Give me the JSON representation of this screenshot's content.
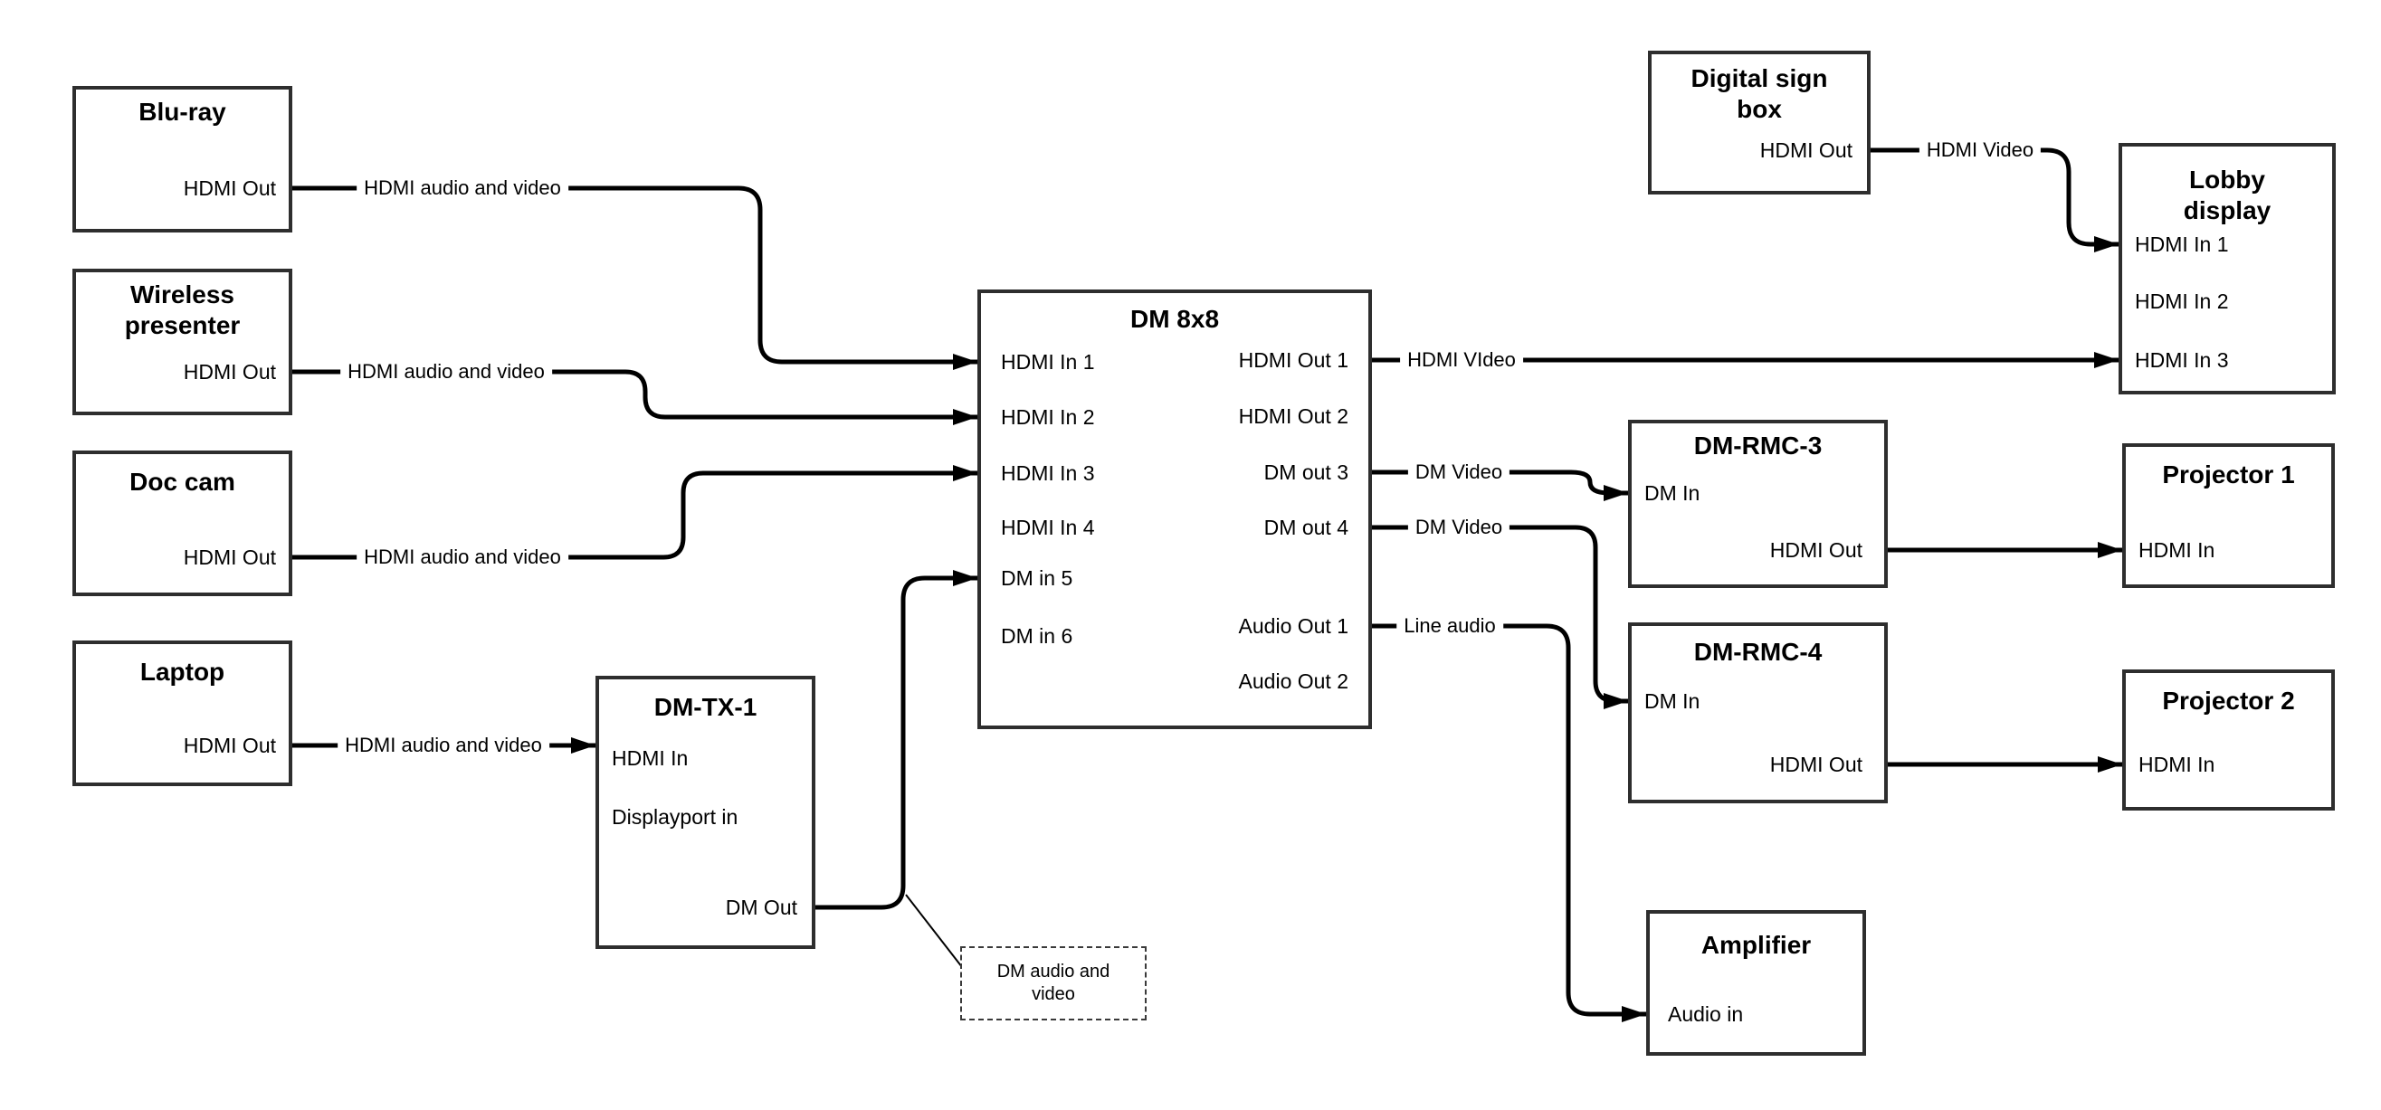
{
  "diagram": {
    "colors": {
      "background": "#ffffff",
      "wire": "#000000",
      "box_border": "#2e2e2e",
      "text": "#000000"
    },
    "nodes": {
      "bluray": {
        "title": "Blu-ray",
        "ports": {
          "hdmi_out": "HDMI Out"
        }
      },
      "wireless": {
        "title": "Wireless presenter",
        "ports": {
          "hdmi_out": "HDMI Out"
        }
      },
      "doccam": {
        "title": "Doc cam",
        "ports": {
          "hdmi_out": "HDMI Out"
        }
      },
      "laptop": {
        "title": "Laptop",
        "ports": {
          "hdmi_out": "HDMI Out"
        }
      },
      "dmtx1": {
        "title": "DM-TX-1",
        "ports": {
          "hdmi_in": "HDMI In",
          "displayport_in": "Displayport in",
          "dm_out": "DM Out"
        }
      },
      "dm8x8": {
        "title": "DM 8x8",
        "ports": {
          "hdmi_in_1": "HDMI In 1",
          "hdmi_in_2": "HDMI In 2",
          "hdmi_in_3": "HDMI In 3",
          "hdmi_in_4": "HDMI In 4",
          "dm_in_5": "DM in 5",
          "dm_in_6": "DM in 6",
          "hdmi_out_1": "HDMI Out 1",
          "hdmi_out_2": "HDMI Out 2",
          "dm_out_3": "DM out 3",
          "dm_out_4": "DM out 4",
          "audio_out_1": "Audio Out 1",
          "audio_out_2": "Audio Out 2"
        }
      },
      "digital_sign": {
        "title": "Digital sign box",
        "ports": {
          "hdmi_out": "HDMI Out"
        }
      },
      "lobby": {
        "title": "Lobby display",
        "ports": {
          "hdmi_in_1": "HDMI In 1",
          "hdmi_in_2": "HDMI In 2",
          "hdmi_in_3": "HDMI In 3"
        }
      },
      "dmrmc3": {
        "title": "DM-RMC-3",
        "ports": {
          "dm_in": "DM In",
          "hdmi_out": "HDMI Out"
        }
      },
      "projector1": {
        "title": "Projector 1",
        "ports": {
          "hdmi_in": "HDMI In"
        }
      },
      "dmrmc4": {
        "title": "DM-RMC-4",
        "ports": {
          "dm_in": "DM In",
          "hdmi_out": "HDMI Out"
        }
      },
      "projector2": {
        "title": "Projector 2",
        "ports": {
          "hdmi_in": "HDMI In"
        }
      },
      "amplifier": {
        "title": "Amplifier",
        "ports": {
          "audio_in": "Audio in"
        }
      }
    },
    "wire_labels": {
      "bluray_to_dm8x8": "HDMI audio and video",
      "wireless_to_dm8x8": "HDMI audio and video",
      "doccam_to_dm8x8": "HDMI audio and video",
      "laptop_to_dmtx1": "HDMI audio and video",
      "dm8x8_out1": "HDMI VIdeo",
      "dm8x8_out3": "DM Video",
      "dm8x8_out4": "DM Video",
      "dm8x8_audio1": "Line audio",
      "sign_to_lobby": "HDMI Video",
      "callout": "DM audio and video"
    }
  }
}
